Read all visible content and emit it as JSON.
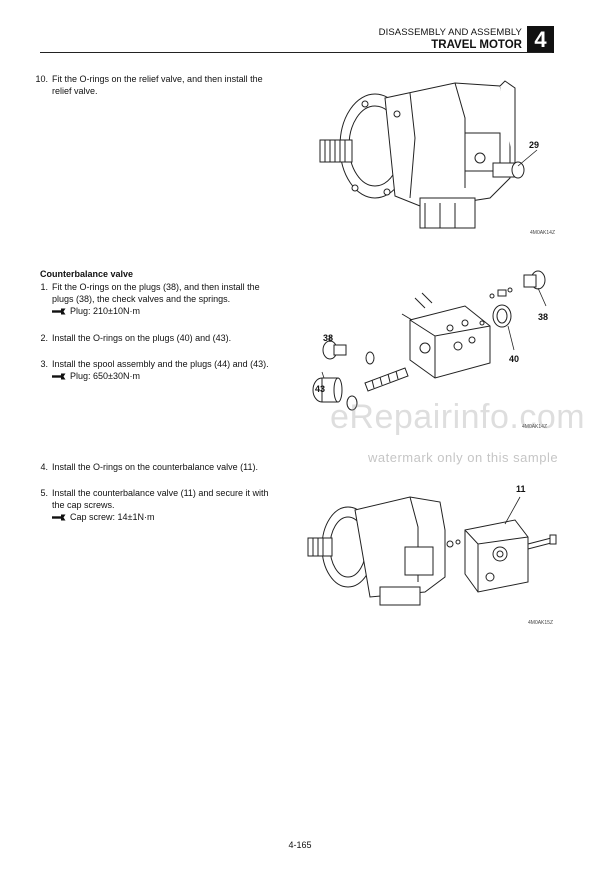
{
  "header": {
    "section": "DISASSEMBLY AND ASSEMBLY",
    "title": "TRAVEL MOTOR",
    "chapter": "4"
  },
  "steps": {
    "s10": {
      "num": "10.",
      "line1": "Fit the O-rings on the relief valve, and then install the",
      "line2": "relief valve."
    },
    "counterbalance_heading": "Counterbalance valve",
    "s1": {
      "num": "1.",
      "line1": "Fit the O-rings on the plugs (38), and then install the",
      "line2": "plugs (38), the check valves and the springs.",
      "spec": "Plug: 210±10N·m"
    },
    "s2": {
      "num": "2.",
      "line1": "Install the O-rings on the plugs (40) and (43)."
    },
    "s3": {
      "num": "3.",
      "line1": "Install the spool assembly and the plugs (44) and (43).",
      "spec": "Plug: 650±30N·m"
    },
    "s4": {
      "num": "4.",
      "line1": "Install the O-rings on the counterbalance valve (11)."
    },
    "s5": {
      "num": "5.",
      "line1": "Install the counterbalance valve (11) and secure it with",
      "line2": "the cap screws.",
      "spec": "Cap screw: 14±1N·m"
    }
  },
  "figures": {
    "fig1": {
      "callout": "29",
      "code": "4M0AK14Z"
    },
    "fig2": {
      "callouts": [
        "38",
        "40",
        "38",
        "43"
      ],
      "code": "4M0AK14Z"
    },
    "fig3": {
      "callout": "11",
      "code": "4M0AK15Z"
    }
  },
  "watermark": {
    "main": "eRepairinfo.com",
    "sub": "watermark only on this sample"
  },
  "page_number": "4-165",
  "icons": {
    "spec_icon": "wrench-icon"
  }
}
